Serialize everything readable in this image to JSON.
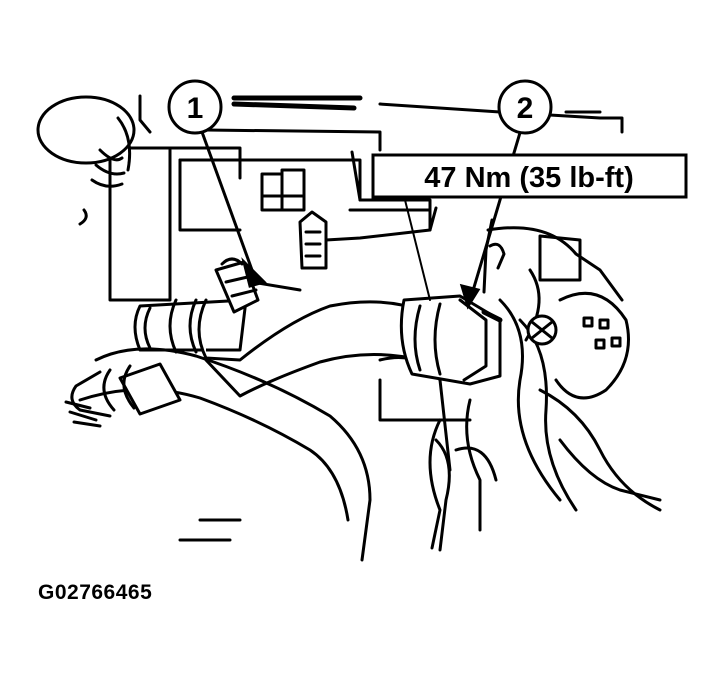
{
  "callouts": [
    {
      "number": "1"
    },
    {
      "number": "2"
    }
  ],
  "torque_spec": "47 Nm (35 lb-ft)",
  "figure_id": "G02766465"
}
